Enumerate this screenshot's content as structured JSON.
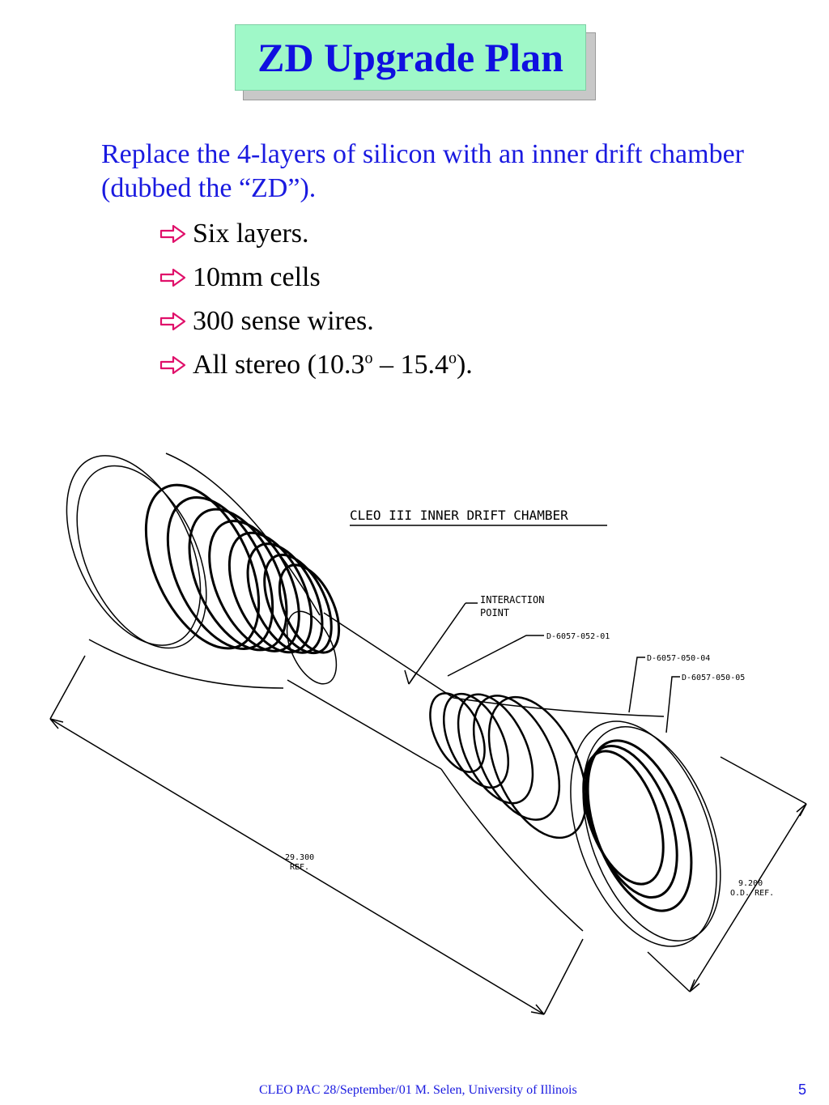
{
  "slide": {
    "title": "ZD Upgrade Plan",
    "intro": "Replace the 4-layers of silicon with an inner drift chamber (dubbed the “ZD”).",
    "bullets": [
      {
        "text": "Six layers."
      },
      {
        "text": "10mm cells"
      },
      {
        "text": "300 sense wires."
      },
      {
        "prefix": "All stereo (10.3",
        "sup1": "o",
        "mid": " – 15.4",
        "sup2": "o",
        "suffix": ")."
      }
    ],
    "bullet_icon": "hollow-arrow-right-icon"
  },
  "drawing": {
    "title": "CLEO III INNER DRIFT CHAMBER",
    "labels": {
      "interaction_point_1": "INTERACTION",
      "interaction_point_2": "POINT",
      "part1": "D-6057-052-01",
      "part2": "D-6057-050-04",
      "part3": "D-6057-050-05",
      "length_value": "29.300",
      "length_ref": "REF.",
      "diameter_value": "9.200",
      "diameter_ref": "O.D. REF."
    }
  },
  "footer": {
    "text": "CLEO PAC  28/September/01  M. Selen, University of Illinois",
    "page": "5"
  },
  "colors": {
    "title_bg": "#9ff8c8",
    "title_text": "#1010e0",
    "intro_text": "#1a1ae0",
    "arrow": "#e0106a"
  }
}
